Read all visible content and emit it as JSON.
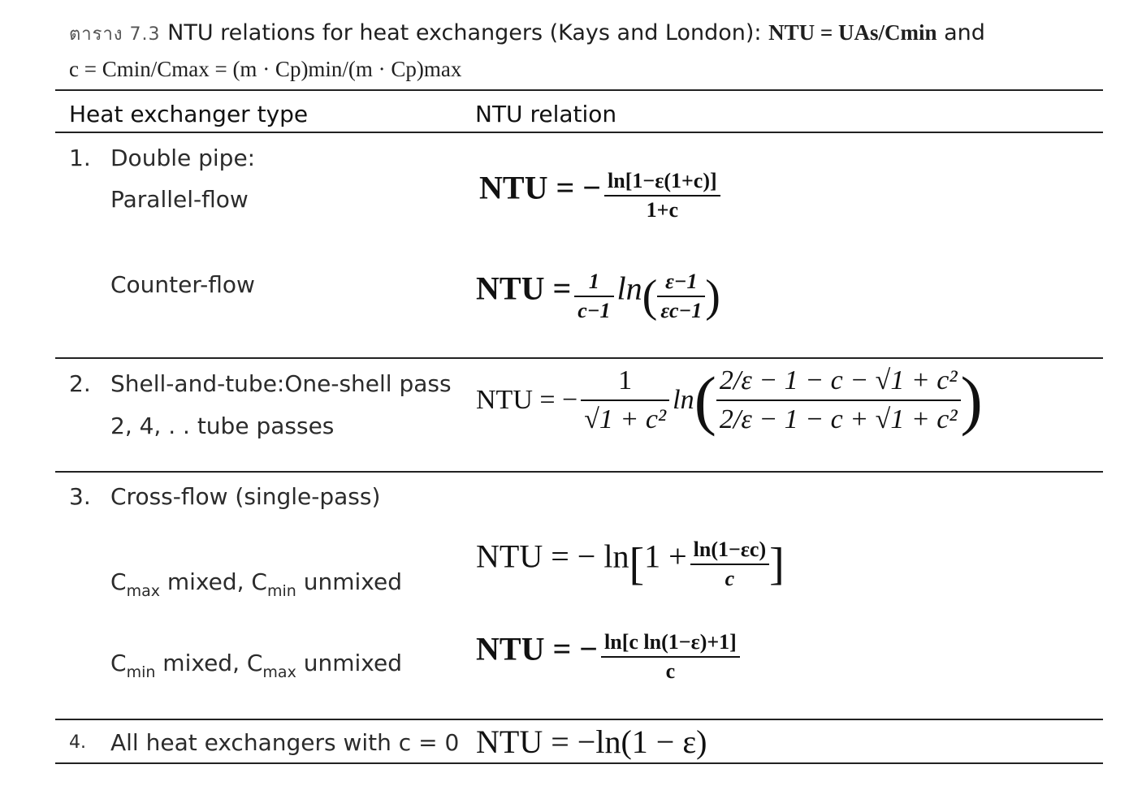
{
  "caption": {
    "prefix": "ตาราง 7.3",
    "line1_text": "NTU relations for heat exchangers (Kays and London):",
    "line1_formula": "NTU = UAs/Cmin",
    "line1_and": "and",
    "line2_formula": "c = Cmin/Cmax = (m · Cp)min/(m · Cp)max"
  },
  "table": {
    "headers": [
      "Heat exchanger type",
      "NTU relation"
    ],
    "rows": [
      {
        "number": "1.",
        "type": "Double pipe:",
        "subtype": "Parallel-flow",
        "formula": {
          "lhs": "NTU = −",
          "numerator": "ln[1−ε(1+c)]",
          "denominator": "1+c"
        }
      },
      {
        "subtype": "Counter-flow",
        "formula": {
          "lhs": "NTU =",
          "coef_num": "1",
          "coef_den": "c−1",
          "fn": "ln",
          "numerator": "ε−1",
          "denominator": "εc−1"
        }
      },
      {
        "number": "2.",
        "type": "Shell-and-tube:One-shell pass",
        "subtype": "2, 4, . . tube passes",
        "formula": {
          "lhs": "NTU = −",
          "coef_num": "1",
          "coef_den": "√1 + c²",
          "fn": "ln",
          "numerator": "2/ε − 1 − c − √1 + c²",
          "denominator": "2/ε − 1 − c + √1 + c²"
        }
      },
      {
        "number": "3.",
        "type": "Cross-flow (single-pass)"
      },
      {
        "subtype": "Cmax mixed, Cmin unmixed",
        "formula": {
          "lhs": "NTU = − ln",
          "inner": "1 +",
          "numerator": "ln(1−εc)",
          "denominator": "c"
        }
      },
      {
        "subtype": "Cmin mixed, Cmax unmixed",
        "formula": {
          "lhs": "NTU = −",
          "numerator": "ln[c ln(1−ε)+1]",
          "denominator": "c"
        }
      },
      {
        "number": "4.",
        "type": "All heat exchangers with c = 0",
        "formula": {
          "text": "NTU = −ln(1 − ε)"
        }
      }
    ]
  }
}
